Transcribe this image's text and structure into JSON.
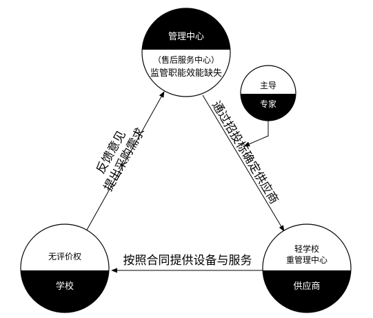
{
  "colors": {
    "ink": "#000000",
    "paper": "#ffffff"
  },
  "nodes": {
    "management": {
      "title": "管理中心",
      "subtitle": "（售后服务中心）",
      "note": "监管职能效能缺失"
    },
    "expert": {
      "top": "主导",
      "bottom": "专家"
    },
    "school": {
      "top": "无评价权",
      "bottom": "学校"
    },
    "supplier": {
      "top_line1": "轻学校",
      "top_line2": "重管理中心",
      "bottom": "供应商"
    }
  },
  "edges": {
    "school_to_management": {
      "line1": "反馈意见",
      "line2": "提出采购需求"
    },
    "management_to_supplier": {
      "label": "通过招投标确定供应商"
    },
    "supplier_to_school": {
      "label": "按照合同提供设备与服务"
    }
  }
}
